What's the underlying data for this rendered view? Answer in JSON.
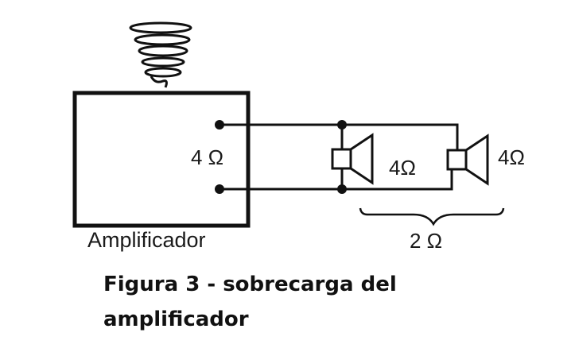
{
  "diagram": {
    "amplifier_label": "Amplificador",
    "amp_impedance": "4 Ω",
    "speaker1_impedance": "4Ω",
    "speaker2_impedance": "4Ω",
    "combined_impedance": "2 Ω"
  },
  "caption": {
    "line1": "Figura 3 - sobrecarga del",
    "line2": "amplificador"
  }
}
